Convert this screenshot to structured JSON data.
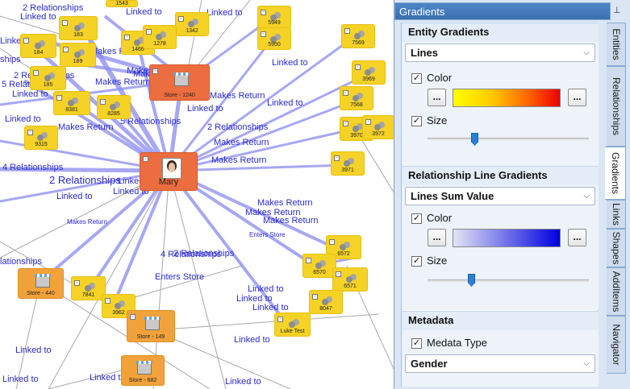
{
  "panel": {
    "title": "Gradients",
    "pin_icon": "pin-icon",
    "entity_section": {
      "heading": "Entity Gradients",
      "dropdown_value": "Lines",
      "color_label": "Color",
      "color_checked": "✓",
      "size_label": "Size",
      "size_checked": "✓",
      "browse_label": "...",
      "gradient_start": "#ffff00",
      "gradient_end": "#ee0000",
      "size_value": 0.28
    },
    "relationship_section": {
      "heading": "Relationship Line Gradients",
      "dropdown_value": "Lines Sum Value",
      "color_label": "Color",
      "color_checked": "✓",
      "size_label": "Size",
      "size_checked": "✓",
      "browse_label": "...",
      "gradient_start": "#e4e4f4",
      "gradient_end": "#0000e0",
      "size_value": 0.27
    },
    "metadata_section": {
      "heading": "Metadata",
      "type_label": "Medata Type",
      "type_checked": "✓",
      "dropdown_value": "Gender"
    },
    "tabs": [
      "Entities",
      "Relationships",
      "Gradients",
      "Links",
      "Shapes",
      "AddItems",
      "Navigator"
    ],
    "active_tab": "Gradients"
  },
  "graph": {
    "center_node": "Mary",
    "labels": {
      "l1": "2 Relationships",
      "l2": "Linked to",
      "l3": "Linked to",
      "l4": "Linked to",
      "l5": "ships",
      "l6": "Makes Return",
      "l7": "Makes Return",
      "l8": "Linked to",
      "l9": "2 Relationships",
      "l10": "5 Relationships",
      "l11": "Makes Return",
      "l12": "Linked to",
      "l13": "Makes Return",
      "l14": "Linked to",
      "l15": "5 Relationships",
      "l16": "2 Relationships",
      "l17": "Makes Return",
      "l18": "Linked to",
      "l19": "Makes Return",
      "l20": "Makes Return",
      "l21": "4 Relationships",
      "l22": "2 Relationships",
      "l23": "Linked to",
      "l24": "Linked to",
      "l25": "Linked to",
      "l26": "Makes Return",
      "l27": "Makes Return",
      "l28": "Makes Return",
      "l29": "Enters Store",
      "l30": "Makes Return",
      "l31": "lationships",
      "l32": "4 Relationships",
      "l33": "Enters Store",
      "l34": "Linked to",
      "l35": "Linked to",
      "l36": "Linked to",
      "l37": "Linked to",
      "l38": "Linked to",
      "l39": "Linked to",
      "l40": "Linked to",
      "l41": "Linked to",
      "l42": "2 Relationships",
      "l43": "Linked to",
      "l44": "Makes Return",
      "l45": "Linked to"
    },
    "nodes": {
      "n183": "183",
      "n184": "184",
      "n189": "189",
      "n185": "185",
      "n1466": "1466",
      "n1342": "1342",
      "n1278": "1278",
      "n5949": "5949",
      "n5950": "5950",
      "n7569": "7569",
      "n3969": "3969",
      "n7568": "7568",
      "n3970": "3970",
      "n3972": "3972",
      "n3971": "3971",
      "n8381": "8381",
      "n8285": "8285",
      "n9315": "9315",
      "n1543": "1543",
      "store1240": "Store - 1240",
      "store440": "Store - 440",
      "store149": "Store - 149",
      "store682": "Store - 682",
      "n7841": "7841",
      "n3962": "3962",
      "n6572": "6572",
      "n6570": "6570",
      "n6571": "6571",
      "n8047": "8047",
      "luke": "Luke Test"
    }
  }
}
